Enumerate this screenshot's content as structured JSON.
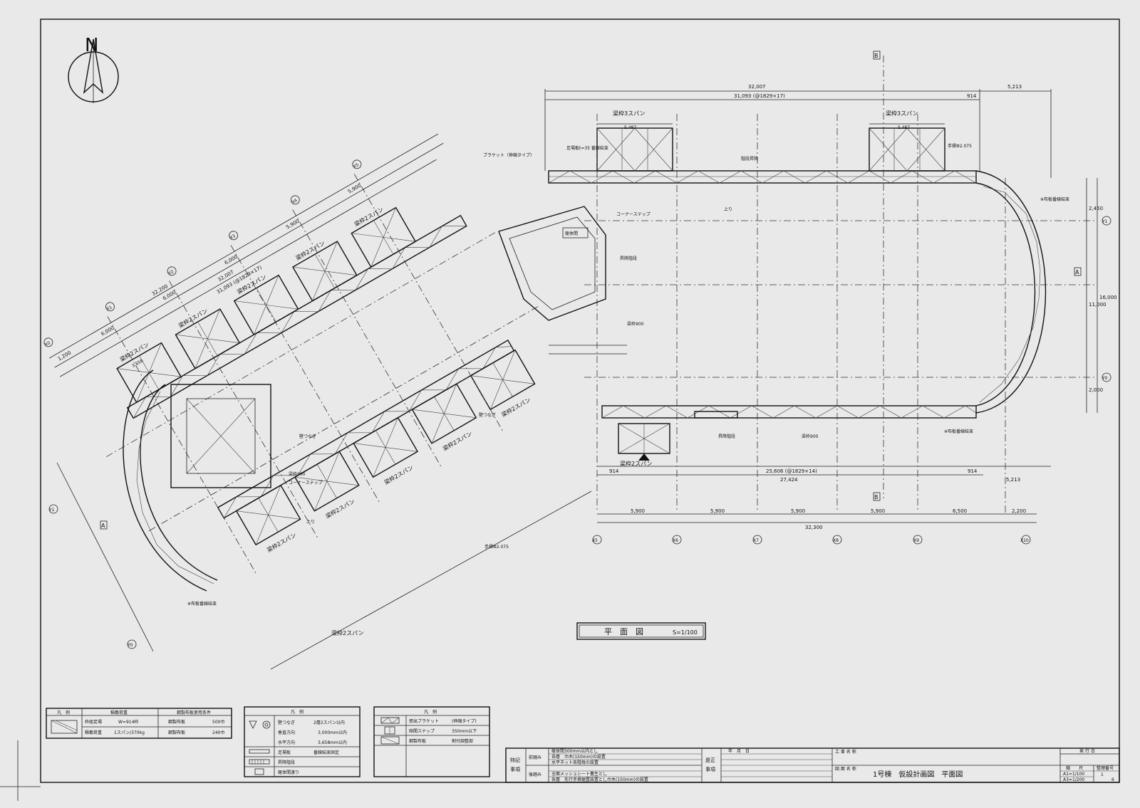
{
  "compass": {
    "north": "N"
  },
  "grid_x": [
    "X0",
    "X1",
    "X2",
    "X3",
    "X4",
    "X5",
    "X6",
    "X7",
    "X8",
    "X9",
    "X10"
  ],
  "grid_y": [
    "Y0",
    "Y1",
    "Y0",
    "Y1"
  ],
  "dims_top": {
    "total": "32,007",
    "sub": "31,093 (@1829×17)",
    "end": "914",
    "right": "5,213"
  },
  "dims_bottom": {
    "mid": "25,606 (@1829×14)",
    "total": "27,424",
    "left": "914",
    "end": "914",
    "right": "5,213"
  },
  "dims_grid": [
    "5,900",
    "5,900",
    "5,900",
    "5,900",
    "6,500",
    "2,200"
  ],
  "dims_grid_total": "32,300",
  "dims_diag": [
    "1,200",
    "6,000",
    "6,000",
    "6,000",
    "5,900",
    "5,900"
  ],
  "dims_diag_total": "32,007",
  "dims_diag_sub": "31,093 (@1829×17)",
  "dims_diag_total2": "32,200",
  "dims_right": [
    "2,450",
    "11,000",
    "2,000"
  ],
  "dims_right_total": "16,000",
  "beam_labels": [
    "梁枠3スパン",
    "梁枠3スパン",
    "梁枠2スパン",
    "梁枠2スパン",
    "梁枠2スパン",
    "梁枠2スパン",
    "梁枠2スパン",
    "梁枠2スパン",
    "梁枠2スパン",
    "梁枠2スパン",
    "梁枠2スパン",
    "梁枠2スパン",
    "梁枠2スパン",
    "梁枠2スパン"
  ],
  "beam_width": "5,487",
  "beam_width_small": "3,658",
  "notes": {
    "bracket": "ブラケット（伸縮タイプ）",
    "foot": "足場板t=35 番線結束",
    "corner_step": "コーナーステップ",
    "stair": "昇降階段",
    "wall_tie": "壁つなぎ",
    "beam_frame": "梁枠900",
    "stairs_end": "上り",
    "body_gap": "躯体間",
    "ns": "N",
    "pit": "階段昇降",
    "tie_bind": "※布板番線結束",
    "handrail": "手摺Φ2.075"
  },
  "section_markers": {
    "a": "A",
    "b": "B"
  },
  "title_box": {
    "label": "平　面　図",
    "scale": "S=1/100"
  },
  "legend1": {
    "headers": [
      "凡　例",
      "積載荷重",
      "鋼製布板使用条件"
    ],
    "rows": [
      [
        "枠組足場",
        "W=914枠",
        "鋼製布板",
        "500巾"
      ],
      [
        "積載荷重",
        "1スパン/370kg",
        "鋼製布板",
        "240巾"
      ]
    ]
  },
  "legend2": {
    "header": "凡　例",
    "rows": [
      [
        "壁つなぎ",
        "2層2スパン以内"
      ],
      [
        "垂直方向",
        "3,000mm以内"
      ],
      [
        "水平方向",
        "3,658mm以内"
      ],
      [
        "足場板",
        "番線結束固定"
      ],
      [
        "昇降階段",
        ""
      ],
      [
        "躯体間渡り",
        ""
      ]
    ]
  },
  "legend3": {
    "header": "凡　例",
    "rows": [
      [
        "張出ブラケット",
        "(伸縮タイプ)"
      ],
      [
        "隙間ステップ",
        "350mm以下"
      ],
      [
        "鋼製布板",
        "割付調整部"
      ]
    ]
  },
  "specials": {
    "label_a": "特記",
    "label_b": "事項",
    "pre": "前踏み",
    "post": "後踏み",
    "items": [
      "躯体間300mm以内とし",
      "各層　巾木(150mm)の設置",
      "水平ネット各階毎の設置",
      "全面メッシュシート養生とし",
      "各層　先行手摺据置設置とし巾木(150mm)の設置"
    ]
  },
  "correction": {
    "label_a": "是正",
    "label_b": "事項",
    "date": "年　月　日"
  },
  "titleblock": {
    "project_label": "工 事 名 称",
    "drawing_label": "図 面 名 称",
    "drawing_name": "1号棟　仮設計画図　平面図",
    "issue": "発 行 日",
    "scale_label": "縮　　尺",
    "scale_a1": "A1=1/100",
    "scale_a3": "A3=1/200",
    "number_label": "整理番号",
    "number": "1",
    "sheet": "6"
  }
}
